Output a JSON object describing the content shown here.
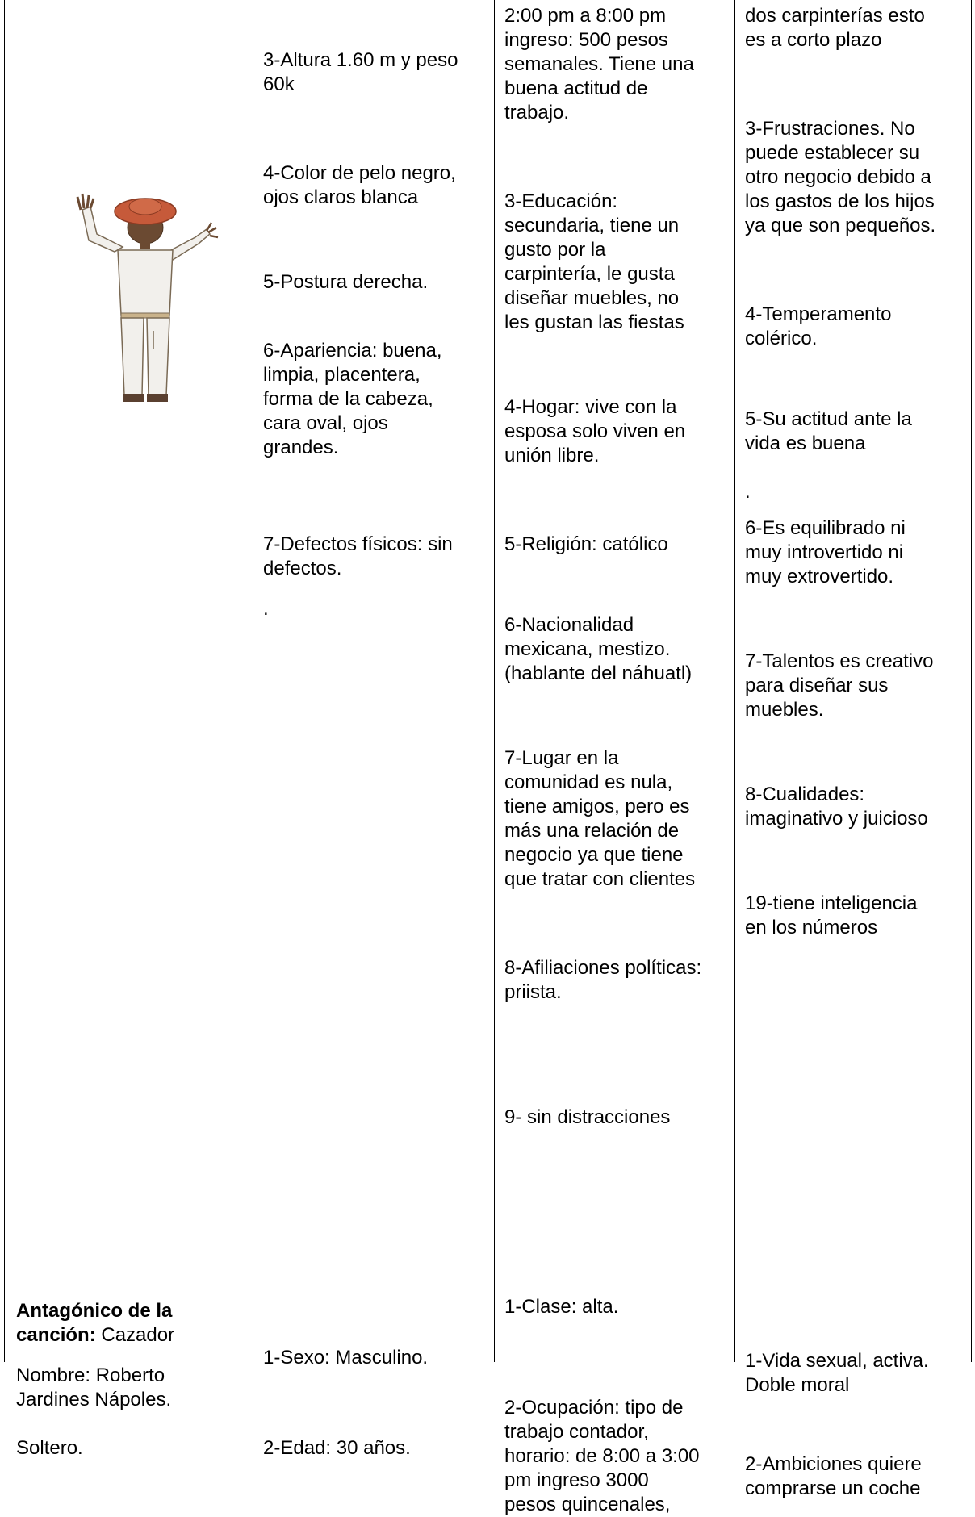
{
  "row1": {
    "col2": [
      "3-Altura 1.60 m y peso\n60k",
      "4-Color de pelo negro,\nojos claros blanca",
      "5-Postura derecha.",
      "6-Apariencia: buena,\nlimpia, placentera,\nforma de la cabeza,\ncara oval, ojos\ngrandes.",
      "7-Defectos físicos: sin\ndefectos.",
      "."
    ],
    "col3": [
      "2:00 pm a 8:00 pm\ningreso: 500 pesos\nsemanales. Tiene una\nbuena actitud de\ntrabajo.",
      "3-Educación:\nsecundaria, tiene un\ngusto por la\ncarpintería, le gusta\ndiseñar muebles, no\nles gustan las fiestas",
      "4-Hogar: vive con la\nesposa solo viven en\nunión libre.",
      "5-Religión: católico",
      "6-Nacionalidad\nmexicana, mestizo.\n(hablante del náhuatl)",
      "7-Lugar en la\ncomunidad es nula,\ntiene amigos, pero es\nmás una relación de\nnegocio ya que tiene\nque tratar con clientes",
      "8-Afiliaciones políticas:\npriista.",
      "9- sin distracciones"
    ],
    "col4": [
      "dos carpinterías esto\nes a corto plazo",
      "3-Frustraciones. No\npuede establecer su\notro negocio debido a\nlos gastos de los hijos\nya que son pequeños.",
      "4-Temperamento\ncolérico.",
      "5-Su actitud ante la\nvida es buena",
      ".",
      "6-Es equilibrado ni\nmuy introvertido ni\nmuy extrovertido.",
      "7-Talentos es creativo\npara diseñar sus\nmuebles.",
      "8-Cualidades:\nimaginativo y juicioso",
      "19-tiene inteligencia\nen los números"
    ]
  },
  "row2": {
    "col1": {
      "heading_bold": "Antagónico de la\ncanción:",
      "heading_rest": " Cazador",
      "name": "Nombre: Roberto\nJardines Nápoles.",
      "status": "Soltero."
    },
    "col2": [
      "1-Sexo: Masculino.",
      "2-Edad: 30 años."
    ],
    "col3": [
      "1-Clase: alta.",
      "2-Ocupación: tipo de\ntrabajo contador,\nhorario: de 8:00 a 3:00\npm ingreso 3000\npesos quincenales,"
    ],
    "col4": [
      "1-Vida sexual, activa.\nDoble moral",
      "2-Ambiciones quiere\ncomprarse un coche"
    ]
  },
  "illustration": {
    "skin": "#6b4a32",
    "hat": "#c65a3a",
    "outline": "#7a6a55",
    "clothes": "#f2f0ec"
  }
}
